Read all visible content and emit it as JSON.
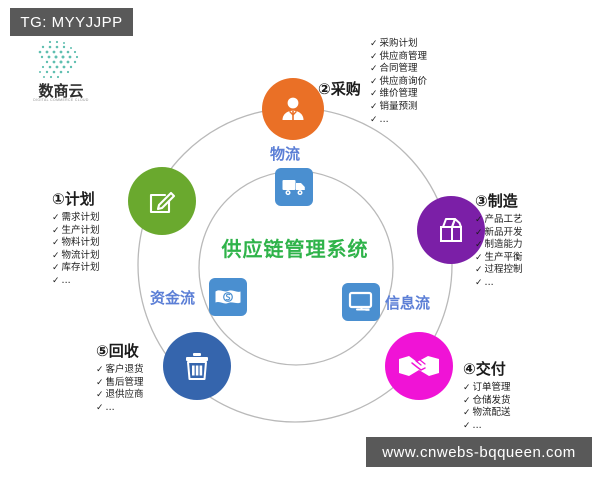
{
  "watermarks": {
    "top": "TG: MYYJJPP",
    "bottom": "www.cnwebs-bqqueen.com"
  },
  "logo": {
    "name": "数商云",
    "subtitle": "DIGITAL COMMERCE CLOUD"
  },
  "center": {
    "title": "供应链管理系统"
  },
  "flows": [
    {
      "id": "logistics",
      "label": "物流",
      "icon": "truck-icon"
    },
    {
      "id": "capital",
      "label": "资金流",
      "icon": "money-icon"
    },
    {
      "id": "info",
      "label": "信息流",
      "icon": "monitor-icon"
    }
  ],
  "stages": [
    {
      "id": "plan",
      "title": "①计划",
      "color": "#6aa92e",
      "icon": "edit-pencil-icon",
      "items": [
        "需求计划",
        "生产计划",
        "物料计划",
        "物流计划",
        "库存计划",
        "..."
      ]
    },
    {
      "id": "purchase",
      "title": "②采购",
      "color": "#ea7026",
      "icon": "user-icon",
      "items": [
        "采购计划",
        "供应商管理",
        "合同管理",
        "供应商询价",
        "维价管理",
        "销量预测",
        "..."
      ]
    },
    {
      "id": "manufacture",
      "title": "③制造",
      "color": "#7b1fa7",
      "icon": "carton-box-icon",
      "items": [
        "产品工艺",
        "新品开发",
        "制造能力",
        "生产平衡",
        "过程控制",
        "..."
      ]
    },
    {
      "id": "deliver",
      "title": "④交付",
      "color": "#f013d6",
      "icon": "handshake-icon",
      "items": [
        "订单管理",
        "仓储发货",
        "物流配送",
        "..."
      ]
    },
    {
      "id": "recycle",
      "title": "⑤回收",
      "color": "#3565ad",
      "icon": "trash-bin-icon",
      "items": [
        "客户退货",
        "售后管理",
        "退供应商",
        "..."
      ]
    }
  ],
  "colors": {
    "ring": "#b9b9b9",
    "center_text": "#2fb34a",
    "flow_label": "#5c7fd6",
    "flow_tile": "#4a8fd0",
    "watermark_bg": "#595959"
  }
}
